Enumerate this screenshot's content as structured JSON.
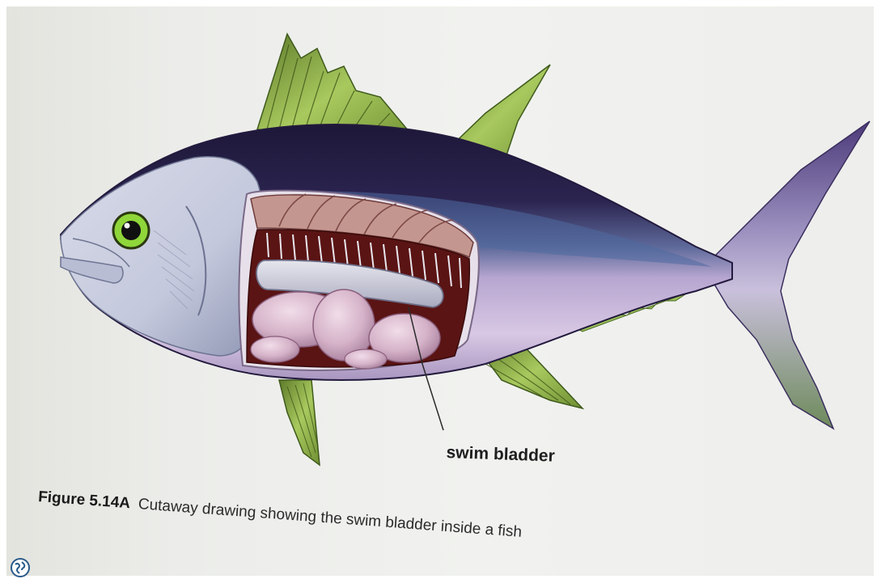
{
  "diagram": {
    "label": "swim bladder",
    "caption": {
      "figure_number": "Figure 5.14A",
      "text": "Cutaway drawing showing the swim bladder inside a fish"
    }
  },
  "icons": {
    "corner": "globe-icon"
  },
  "colors": {
    "paper": "#eeeeec",
    "fish_back": "#2a1f48",
    "fish_belly": "#c9b4dd",
    "fins": "#9bc05a",
    "flesh": "#c49690",
    "cavity": "#5a1414",
    "organs": "#d6b6cc",
    "eye": "#8fd63a"
  }
}
